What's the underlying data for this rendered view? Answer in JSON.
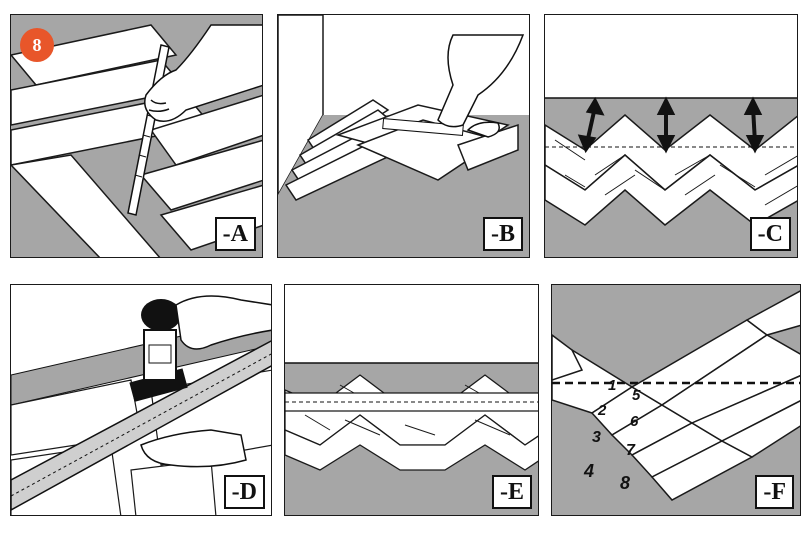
{
  "step_badge": {
    "number": "8",
    "color": "#e8562a"
  },
  "panels": [
    {
      "id": "A",
      "label": "-A"
    },
    {
      "id": "B",
      "label": "-B"
    },
    {
      "id": "C",
      "label": "-C"
    },
    {
      "id": "D",
      "label": "-D"
    },
    {
      "id": "E",
      "label": "-E"
    },
    {
      "id": "F",
      "label": "-F"
    }
  ],
  "panel_f_numbers": [
    "1",
    "2",
    "3",
    "4",
    "5",
    "6",
    "7",
    "8"
  ],
  "colors": {
    "floor_gray": "#a6a6a6",
    "line": "#1a1a1a",
    "plank": "#ffffff"
  }
}
